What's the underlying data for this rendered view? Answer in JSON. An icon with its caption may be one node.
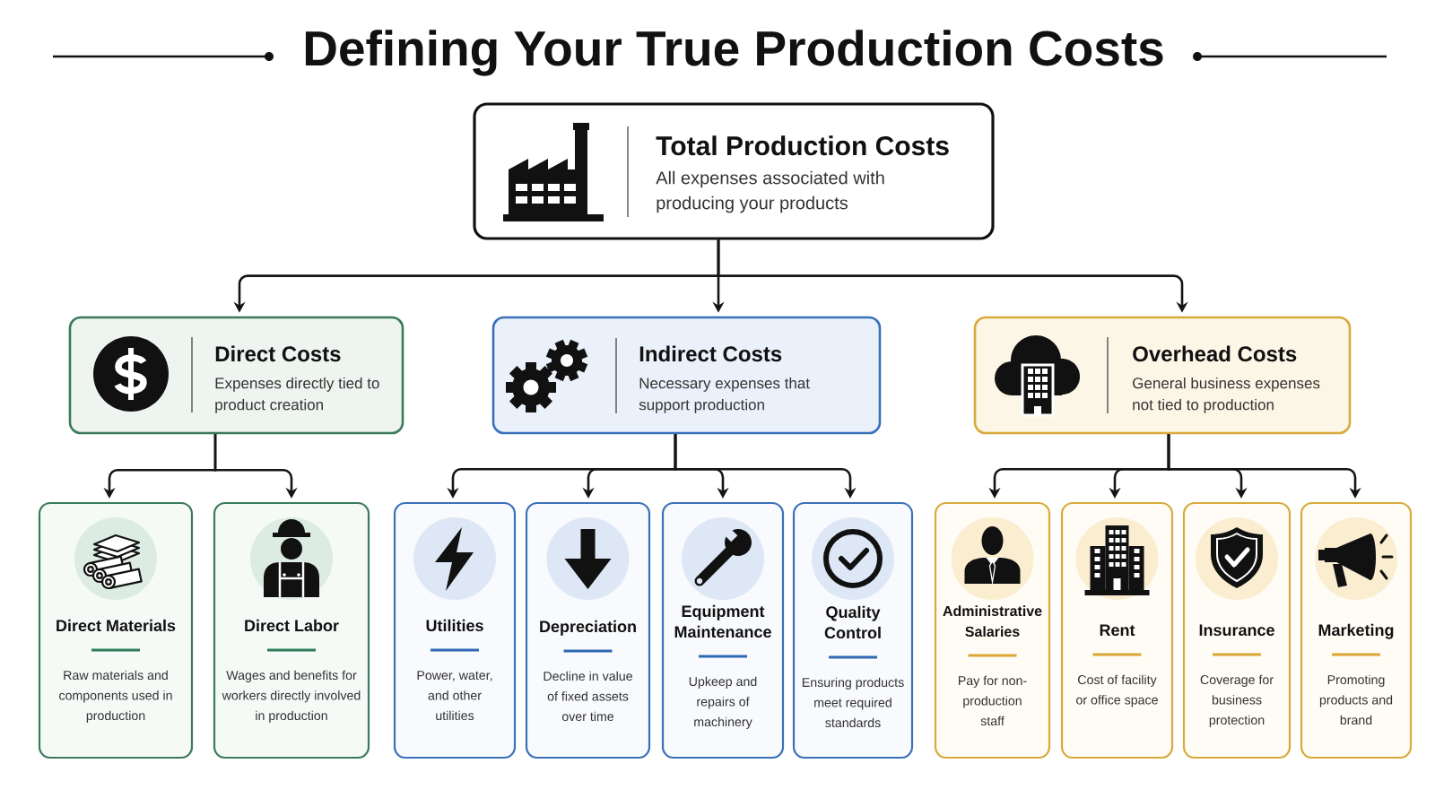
{
  "diagram": {
    "title": "Defining Your True Production Costs",
    "nodes": [
      {
        "text": [
          "Total Production Costs",
          "All expenses associated with producing your products"
        ]
      },
      {
        "text": [
          "Direct Costs",
          "Expenses directly tied to product creation"
        ]
      },
      {
        "text": [
          "Indirect Costs",
          "Necessary expenses that support production"
        ]
      },
      {
        "text": [
          "Overhead Costs",
          "General business expenses not tied to production"
        ]
      },
      {
        "text": [
          "Direct Materials",
          "Raw materials and components used in production"
        ]
      },
      {
        "text": [
          "Direct Labor",
          "Wages and benefits for workers directly involved in production"
        ]
      },
      {
        "text": [
          "Utilities",
          "Power, water, and other utilities"
        ]
      },
      {
        "text": [
          "Depreciation",
          "Decline in value of fixed assets over time"
        ]
      },
      {
        "text": [
          "Equipment Maintenance",
          "Upkeep and repairs of machinery"
        ]
      },
      {
        "text": [
          "Quality Control",
          "Ensuring products meet required standards"
        ]
      },
      {
        "text": [
          "Administrative Salaries",
          "Pay for non-production staff"
        ]
      },
      {
        "text": [
          "Rent",
          "Cost of facility or office space"
        ]
      },
      {
        "text": [
          "Insurance",
          "Coverage for business protection"
        ]
      },
      {
        "text": [
          "Marketing",
          "Promoting products and brand"
        ]
      }
    ],
    "edges": [
      {
        "from": 0,
        "to": 1,
        "arrow": "to"
      },
      {
        "from": 0,
        "to": 2,
        "arrow": "to"
      },
      {
        "from": 0,
        "to": 3,
        "arrow": "to"
      },
      {
        "from": 1,
        "to": 4,
        "arrow": "to"
      },
      {
        "from": 1,
        "to": 5,
        "arrow": "to"
      },
      {
        "from": 2,
        "to": 6,
        "arrow": "to"
      },
      {
        "from": 2,
        "to": 7,
        "arrow": "to"
      },
      {
        "from": 2,
        "to": 8,
        "arrow": "to"
      },
      {
        "from": 2,
        "to": 9,
        "arrow": "to"
      },
      {
        "from": 3,
        "to": 10,
        "arrow": "to"
      },
      {
        "from": 3,
        "to": 11,
        "arrow": "to"
      },
      {
        "from": 3,
        "to": 12,
        "arrow": "to"
      },
      {
        "from": 3,
        "to": 13,
        "arrow": "to"
      }
    ]
  }
}
